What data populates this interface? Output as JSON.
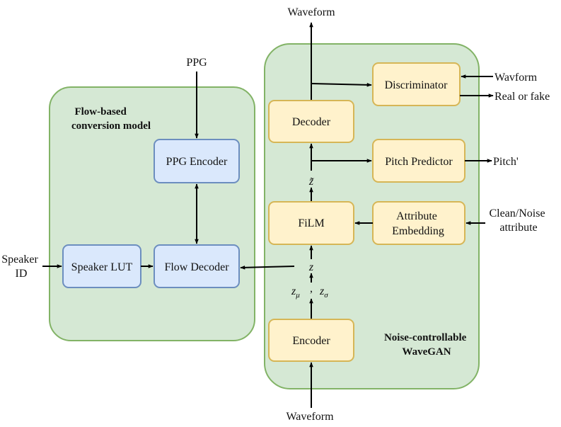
{
  "groups": {
    "flow": {
      "title_line1": "Flow-based",
      "title_line2": "conversion model",
      "fill": "#d5e8d4",
      "stroke": "#82b366"
    },
    "wavegan": {
      "title_line1": "Noise-controllable",
      "title_line2": "WaveGAN",
      "fill": "#d5e8d4",
      "stroke": "#82b366"
    }
  },
  "nodes": {
    "ppg_encoder": "PPG Encoder",
    "speaker_lut": "Speaker LUT",
    "flow_decoder": "Flow Decoder",
    "decoder": "Decoder",
    "discriminator": "Discriminator",
    "pitch_predictor": "Pitch Predictor",
    "film": "FiLM",
    "attribute_embedding_line1": "Attribute",
    "attribute_embedding_line2": "Embedding",
    "encoder": "Encoder"
  },
  "node_colors": {
    "blue_fill": "#dae8fc",
    "blue_stroke": "#6c8ebf",
    "yellow_fill": "#fff2cc",
    "yellow_stroke": "#d6b656"
  },
  "labels": {
    "waveform_out": "Waveform",
    "waveform_in": "Waveform",
    "ppg": "PPG",
    "speaker_line1": "Speaker",
    "speaker_line2": "ID",
    "wavform": "Wavform",
    "real_or_fake": "Real or fake",
    "pitch_prime": "Pitch'",
    "clean_noise_line1": "Clean/Noise",
    "clean_noise_line2": "attribute",
    "z": "z",
    "z_tilde": "z̃",
    "z_mu": "z",
    "mu": "μ",
    "comma": ",",
    "z_sigma": "z",
    "sigma": "σ"
  }
}
